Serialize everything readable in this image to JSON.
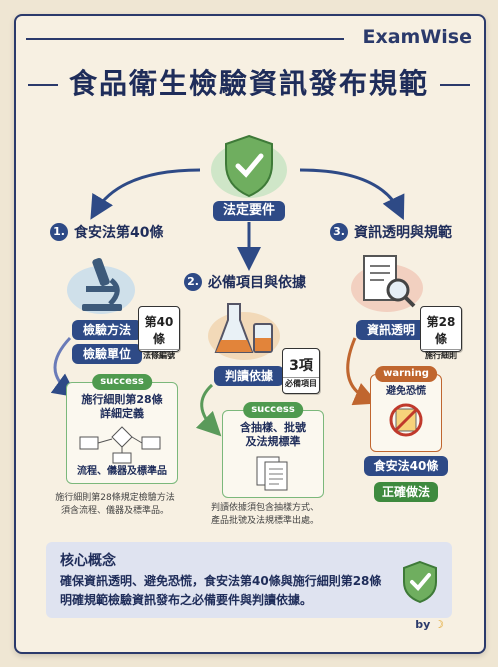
{
  "brand": "ExamWise",
  "title": "食品衛生檢驗資訊發布規範",
  "center_label": "法定要件",
  "sections": [
    {
      "num": "1.",
      "heading": "食安法第40條",
      "pill_a": "檢驗方法",
      "pill_b": "檢驗單位",
      "badge_big": "第40條",
      "badge_sub": "法條編號",
      "card_tag": "success",
      "card_title": "施行細則第28條\n詳細定義",
      "card_footer": "流程、儀器及標準品",
      "note": "施行細則第28條規定檢驗方法\n須含流程、儀器及標準品。"
    },
    {
      "num": "2.",
      "heading": "必備項目與依據",
      "pill_a": "判讀依據",
      "badge_big": "3項",
      "badge_sub": "必備項目",
      "card_tag": "success",
      "card_title": "含抽樣、批號\n及法規標準",
      "note": "判讀依據須包含抽樣方式、\n產品批號及法規標準出處。"
    },
    {
      "num": "3.",
      "heading": "資訊透明與規範",
      "pill_a": "資訊透明",
      "badge_big": "第28條",
      "badge_sub": "施行細則",
      "card_tag": "warning",
      "card_title": "避免恐慌",
      "pill_c": "食安法40條",
      "pill_d": "正確做法"
    }
  ],
  "core": {
    "title": "核心概念",
    "text": "確保資訊透明、避免恐慌，食安法第40條與施行細則第28條明確規範檢驗資訊發布之必備要件與判讀依據。"
  },
  "by": "by"
}
